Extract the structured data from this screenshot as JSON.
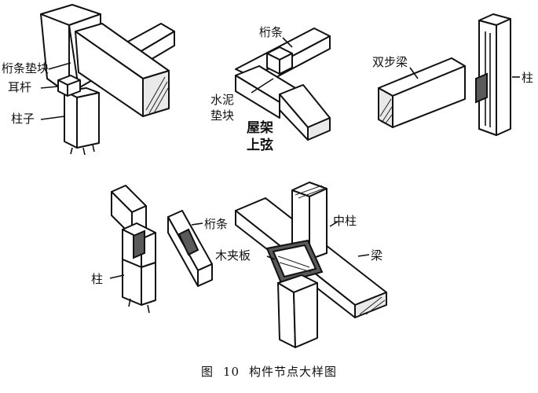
{
  "labels": {
    "purlin_block": "桁条垫块",
    "ear_tie": "耳杆",
    "column_1": "柱子",
    "purlin_1": "桁条",
    "cement_block_1": "水泥",
    "cement_block_2": "垫块",
    "truss_1": "屋架",
    "truss_2": "上弦",
    "double_beam": "双步梁",
    "column_2": "柱",
    "column_3": "柱",
    "purlin_2": "桁条",
    "mid_column": "中柱",
    "beam": "梁",
    "wood_splint": "木夹板"
  },
  "caption": {
    "fig": "图",
    "num": "10",
    "title": "构件节点大样图"
  }
}
